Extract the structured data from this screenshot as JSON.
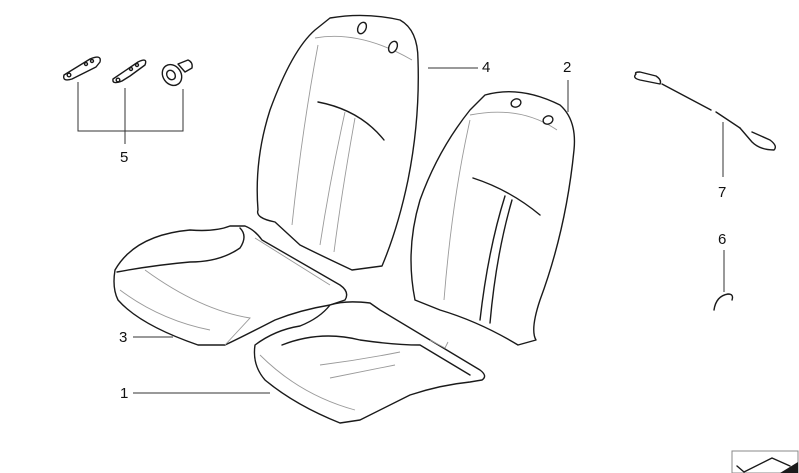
{
  "diagram": {
    "type": "exploded-parts-diagram",
    "subject": "seat upholstery components",
    "callouts": [
      {
        "id": "1",
        "label": "1",
        "part": "seat-cushion-pad"
      },
      {
        "id": "2",
        "label": "2",
        "part": "backrest-pad"
      },
      {
        "id": "3",
        "label": "3",
        "part": "seat-cover"
      },
      {
        "id": "4",
        "label": "4",
        "part": "backrest-cover"
      },
      {
        "id": "5",
        "label": "5",
        "part": "brackets-and-screw-set"
      },
      {
        "id": "6",
        "label": "6",
        "part": "hog-ring-clip"
      },
      {
        "id": "7",
        "label": "7",
        "part": "wire-rod"
      }
    ],
    "colors": {
      "line": "#1a1a1a",
      "detail": "#9a9a9a",
      "background": "#ffffff"
    }
  },
  "corner_icon": {
    "name": "diagram-overview-icon"
  }
}
